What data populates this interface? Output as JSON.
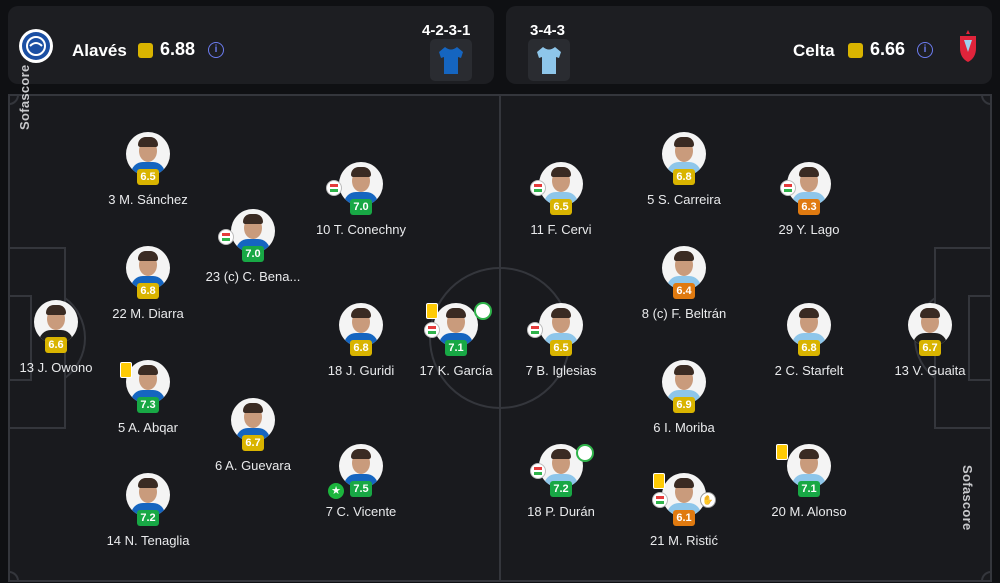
{
  "colors": {
    "rating_yellow": "#d9b400",
    "rating_green": "#18a845",
    "rating_orange": "#e07a10",
    "home_kit": "#1565c0",
    "away_kit": "#8ec6ea"
  },
  "home": {
    "name": "Alavés",
    "rating": "6.88",
    "formation": "4-2-3-1",
    "info_icon": "i"
  },
  "away": {
    "name": "Celta",
    "rating": "6.66",
    "formation": "3-4-3",
    "info_icon": "i"
  },
  "watermark": "Sofascore",
  "players": [
    {
      "id": "owono",
      "label": "13 J. Owono",
      "rating": "6.6",
      "tier": "yellow"
    },
    {
      "id": "sanchez",
      "label": "3 M. Sánchez",
      "rating": "6.5",
      "tier": "yellow"
    },
    {
      "id": "diarra",
      "label": "22 M. Diarra",
      "rating": "6.8",
      "tier": "yellow"
    },
    {
      "id": "abqar",
      "label": "5 A. Abqar",
      "rating": "7.3",
      "tier": "green"
    },
    {
      "id": "tenaglia",
      "label": "14 N. Tenaglia",
      "rating": "7.2",
      "tier": "green"
    },
    {
      "id": "benavidez",
      "label": "23 (c) C. Bena...",
      "rating": "7.0",
      "tier": "green"
    },
    {
      "id": "guevara",
      "label": "6 A. Guevara",
      "rating": "6.7",
      "tier": "yellow"
    },
    {
      "id": "conechny",
      "label": "10 T. Conechny",
      "rating": "7.0",
      "tier": "green"
    },
    {
      "id": "guridi",
      "label": "18 J. Guridi",
      "rating": "6.8",
      "tier": "yellow"
    },
    {
      "id": "vicente",
      "label": "7 C. Vicente",
      "rating": "7.5",
      "tier": "green"
    },
    {
      "id": "kgarcia",
      "label": "17 K. García",
      "rating": "7.1",
      "tier": "green"
    },
    {
      "id": "iglesias",
      "label": "7 B. Iglesias",
      "rating": "6.5",
      "tier": "yellow"
    },
    {
      "id": "cervi",
      "label": "11 F. Cervi",
      "rating": "6.5",
      "tier": "yellow"
    },
    {
      "id": "duran",
      "label": "18 P. Durán",
      "rating": "7.2",
      "tier": "green"
    },
    {
      "id": "carreira",
      "label": "5 S. Carreira",
      "rating": "6.8",
      "tier": "yellow"
    },
    {
      "id": "beltran",
      "label": "8 (c) F. Beltrán",
      "rating": "6.4",
      "tier": "orange"
    },
    {
      "id": "moriba",
      "label": "6 I. Moriba",
      "rating": "6.9",
      "tier": "yellow"
    },
    {
      "id": "ristic",
      "label": "21 M. Ristić",
      "rating": "6.1",
      "tier": "orange"
    },
    {
      "id": "lago",
      "label": "29 Y. Lago",
      "rating": "6.3",
      "tier": "orange"
    },
    {
      "id": "starfelt",
      "label": "2 C. Starfelt",
      "rating": "6.8",
      "tier": "yellow"
    },
    {
      "id": "alonso",
      "label": "20 M. Alonso",
      "rating": "7.1",
      "tier": "green"
    },
    {
      "id": "guaita",
      "label": "13 V. Guaita",
      "rating": "6.7",
      "tier": "yellow"
    }
  ]
}
